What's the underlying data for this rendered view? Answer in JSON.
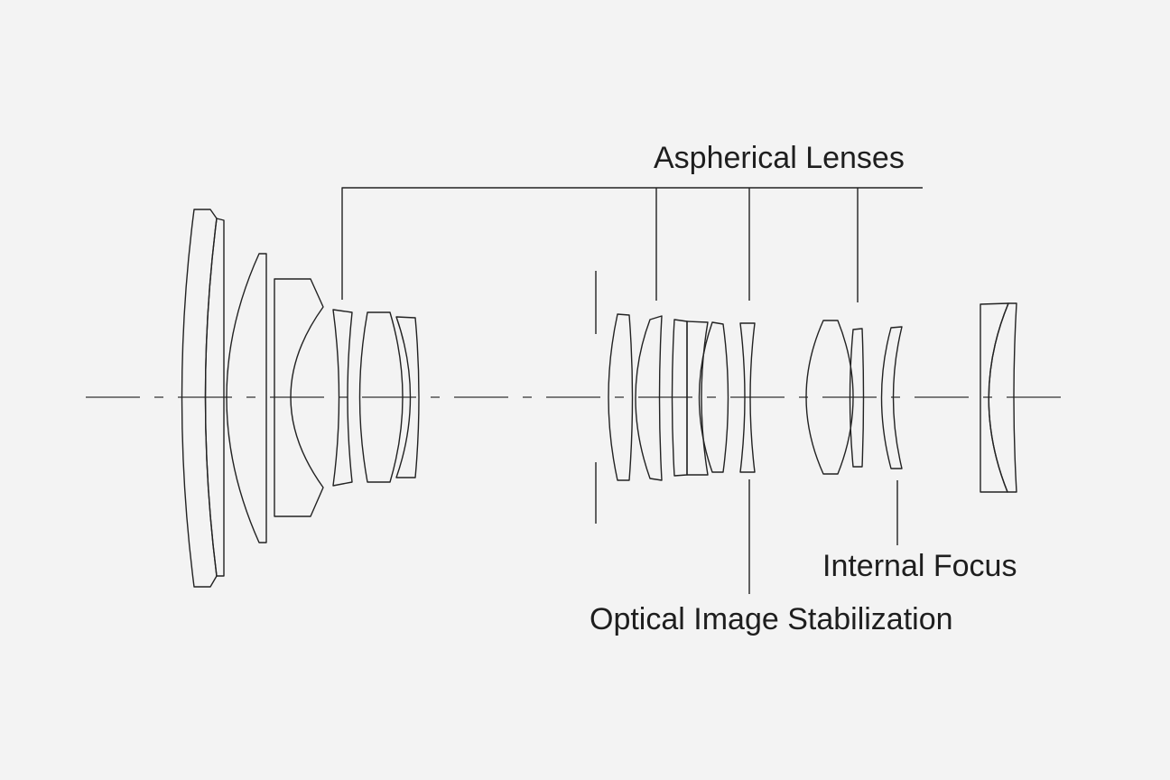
{
  "diagram": {
    "type": "optical-lens-construction",
    "labels": {
      "aspherical": "Aspherical Lenses",
      "internal_focus": "Internal Focus",
      "stabilization": "Optical Image Stabilization"
    },
    "line_color": "#222222",
    "background_color": "#f3f3f3"
  }
}
